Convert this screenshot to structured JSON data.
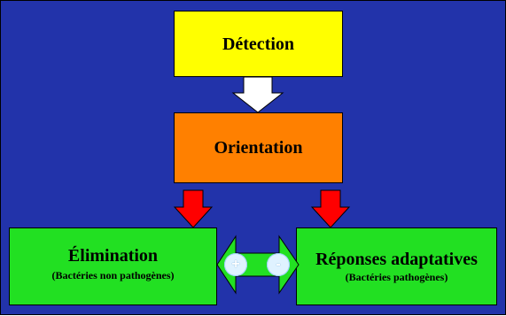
{
  "boxes": {
    "detection": {
      "title": "Détection"
    },
    "orientation": {
      "title": "Orientation"
    },
    "elimination": {
      "title": "Élimination",
      "subtitle": "(Bactéries non pathogènes)"
    },
    "adaptive": {
      "title": "Réponses adaptatives",
      "subtitle": "(Bactéries pathogènes)"
    }
  },
  "signs": {
    "plus": "+",
    "minus": "-"
  },
  "colors": {
    "background": "#2233aa",
    "detection": "#ffff00",
    "orientation": "#ff8000",
    "outcome": "#22e022",
    "down_arrow_white": "#ffffff",
    "down_arrow_red": "#ff0000",
    "double_arrow": "#22e022"
  }
}
